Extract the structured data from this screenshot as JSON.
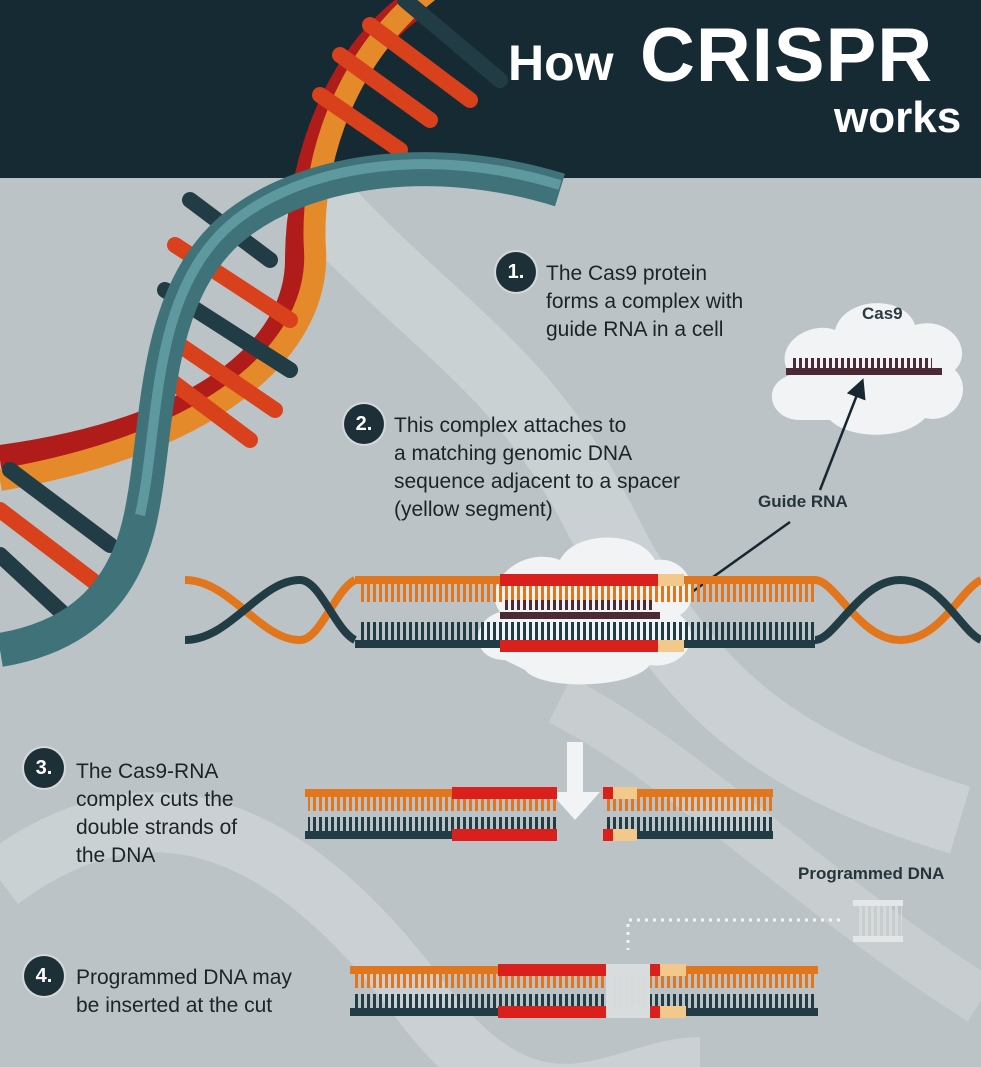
{
  "title": {
    "how": "How",
    "crispr": "CRISPR",
    "works": "works"
  },
  "steps": [
    {
      "number": "1.",
      "lines": [
        "The Cas9 protein",
        "forms a complex with",
        "guide RNA in a cell"
      ]
    },
    {
      "number": "2.",
      "lines": [
        "This complex attaches to",
        "a matching genomic DNA",
        "sequence adjacent to a spacer",
        "(yellow segment)"
      ]
    },
    {
      "number": "3.",
      "lines": [
        "The Cas9-RNA",
        "complex cuts the",
        "double strands of",
        "the DNA"
      ]
    },
    {
      "number": "4.",
      "lines": [
        "Programmed DNA may",
        "be inserted at the cut"
      ]
    }
  ],
  "labels": {
    "cas9": "Cas9",
    "guide_rna": "Guide RNA",
    "programmed_dna": "Programmed DNA"
  },
  "colors": {
    "header": "#162a33",
    "orange_strand": "#e2761d",
    "dark_strand": "#213c44",
    "red_segment": "#d9201c",
    "yellow_spacer": "#f2c98a",
    "guide_rna": "#4b2a36",
    "cloud": "#f1f3f4"
  },
  "icons": [
    "dna-helix-icon",
    "cloud-icon",
    "arrow-down-icon",
    "arrow-icon"
  ]
}
